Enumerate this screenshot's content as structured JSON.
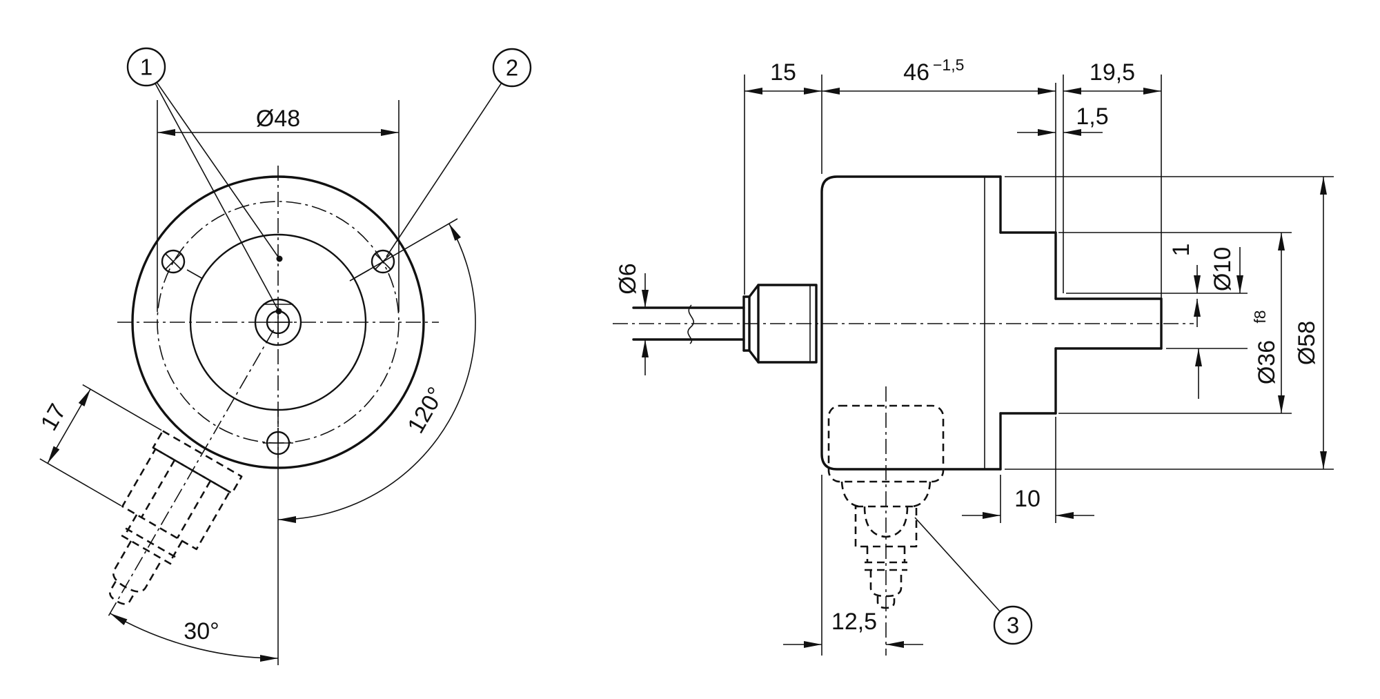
{
  "labels": {
    "front": {
      "balloon_1": "1",
      "balloon_2": "2",
      "bolt_circle_diameter": "Ø48",
      "screw_spacing_angle": "120°",
      "connector_angle": "30°",
      "connector_length": "17"
    },
    "side": {
      "balloon_3": "3",
      "gland_length": "15",
      "housing_depth": "46",
      "housing_depth_tolerance": "−1,5",
      "shaft_length": "19,5",
      "flange_recess": "1,5",
      "cable_diameter": "Ø6",
      "shoulder": "1",
      "shaft_diameter": "Ø10",
      "spigot_diameter": "Ø36",
      "spigot_fit": "f8",
      "housing_diameter": "Ø58",
      "spigot_depth": "10",
      "connector_offset": "12,5"
    }
  },
  "colors": {
    "ink": "#111111",
    "paper": "#ffffff"
  }
}
